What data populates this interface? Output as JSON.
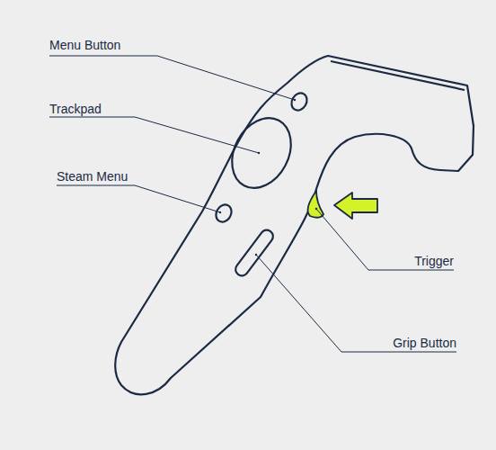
{
  "diagram": {
    "labels": [
      "Menu Button",
      "Trackpad",
      "Steam Menu",
      "Trigger",
      "Grip Button"
    ]
  }
}
